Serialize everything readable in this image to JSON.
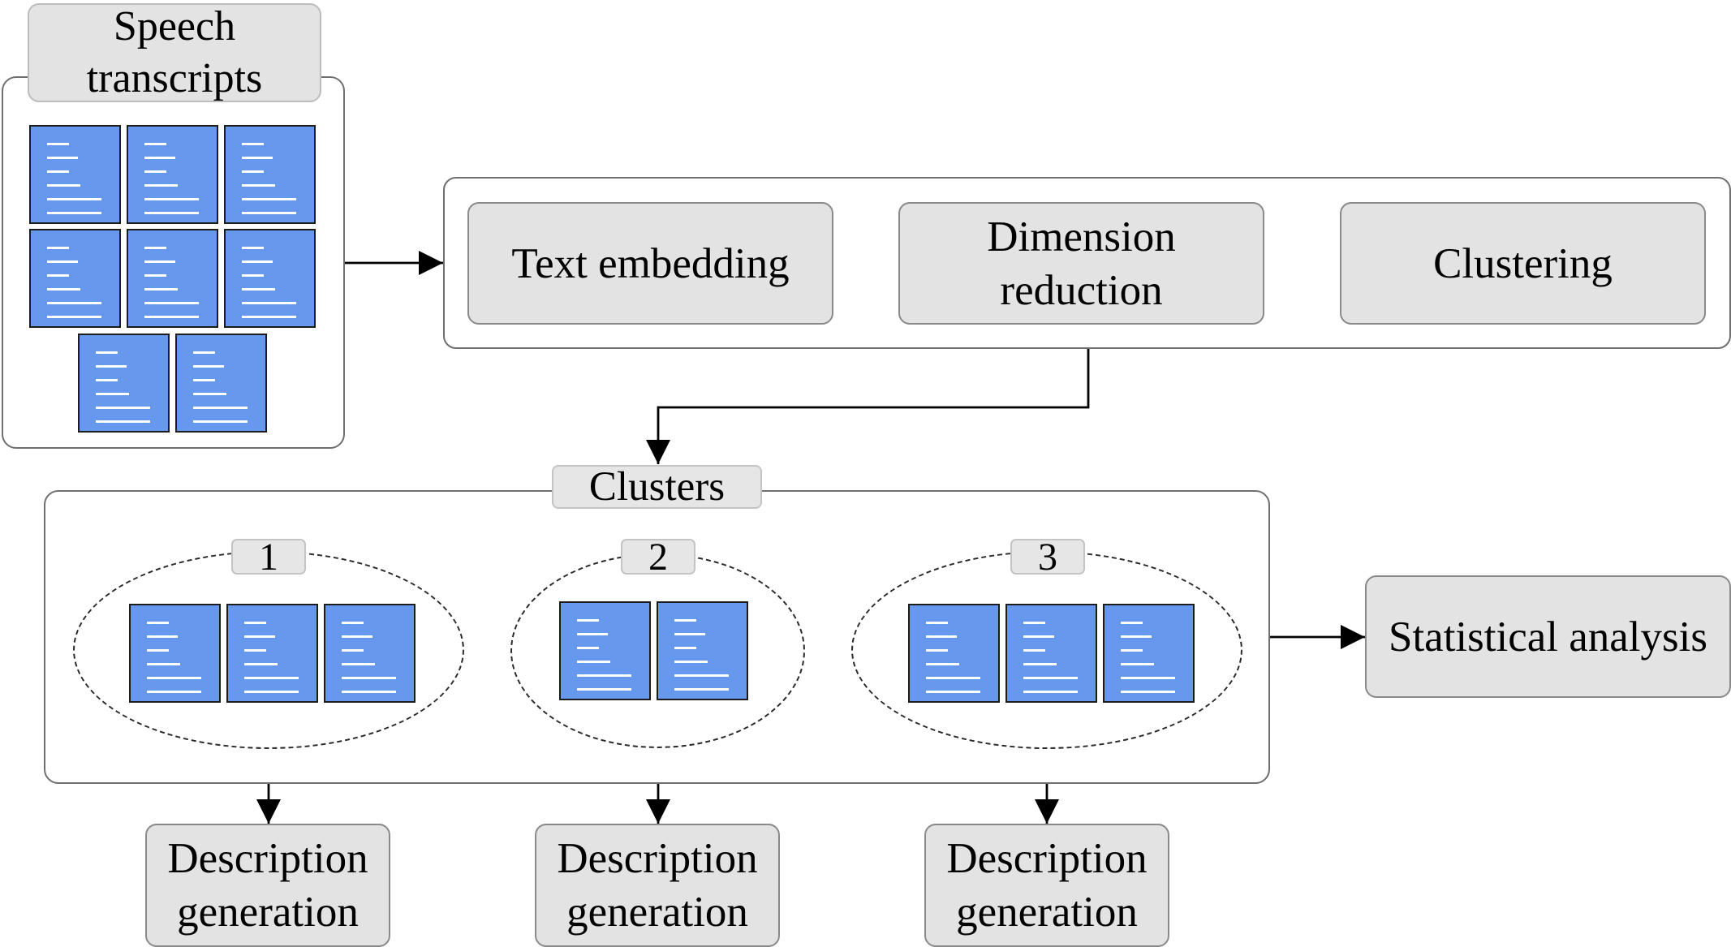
{
  "source_group": {
    "label": "Speech transcripts",
    "doc_icons": 8
  },
  "pipeline": {
    "steps": [
      {
        "label": "Text embedding"
      },
      {
        "label": "Dimension reduction"
      },
      {
        "label": "Clustering"
      }
    ]
  },
  "clusters": {
    "label": "Clusters",
    "groups": [
      {
        "id": "1",
        "doc_icons": 3,
        "description": "Description generation"
      },
      {
        "id": "2",
        "doc_icons": 2,
        "description": "Description generation"
      },
      {
        "id": "3",
        "doc_icons": 3,
        "description": "Description generation"
      }
    ]
  },
  "statistical_analysis": {
    "label": "Statistical analysis"
  },
  "colors": {
    "document_fill": "#6699ee",
    "box_fill": "#e3e3e3",
    "border": "#6f6f6f"
  },
  "icons": {
    "document": "document-icon"
  }
}
